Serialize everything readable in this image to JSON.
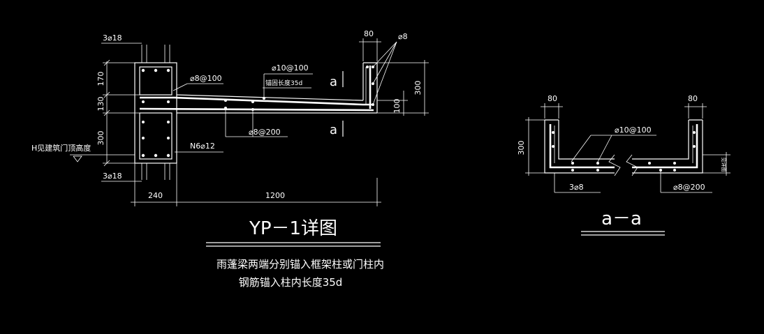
{
  "left_detail": {
    "top_rebar": "3⌀18",
    "bottom_rebar": "3⌀18",
    "dim_170": "170",
    "dim_130": "130",
    "dim_300": "300",
    "stirrup_top": "⌀8@100",
    "bar_10_100": "⌀10@100",
    "anchor_length": "锚固长度35d",
    "stirrup_200": "⌀8@200",
    "side_bar": "N6⌀12",
    "h_note": "H见建筑门顶高度",
    "section_mark": "a",
    "top_80": "80",
    "top_bar_8": "⌀8",
    "right_300": "300",
    "right_100": "100",
    "dim_240": "240",
    "dim_1200": "1200"
  },
  "right_detail": {
    "dim_80_left": "80",
    "dim_80_right": "80",
    "dim_300": "300",
    "bar_10_100": "⌀10@100",
    "bar_3_8": "3⌀8",
    "stirrup_200": "⌀8@200",
    "slope_text": "见详图"
  },
  "titles": {
    "main_title": "YP－1详图",
    "section_title": "a－a",
    "note_line1": "雨蓬梁两端分别锚入框架柱或门柱内",
    "note_line2": "钢筋锚入柱内长度35d"
  },
  "colors": {
    "background": "#000000",
    "lines": "#ffffff"
  }
}
